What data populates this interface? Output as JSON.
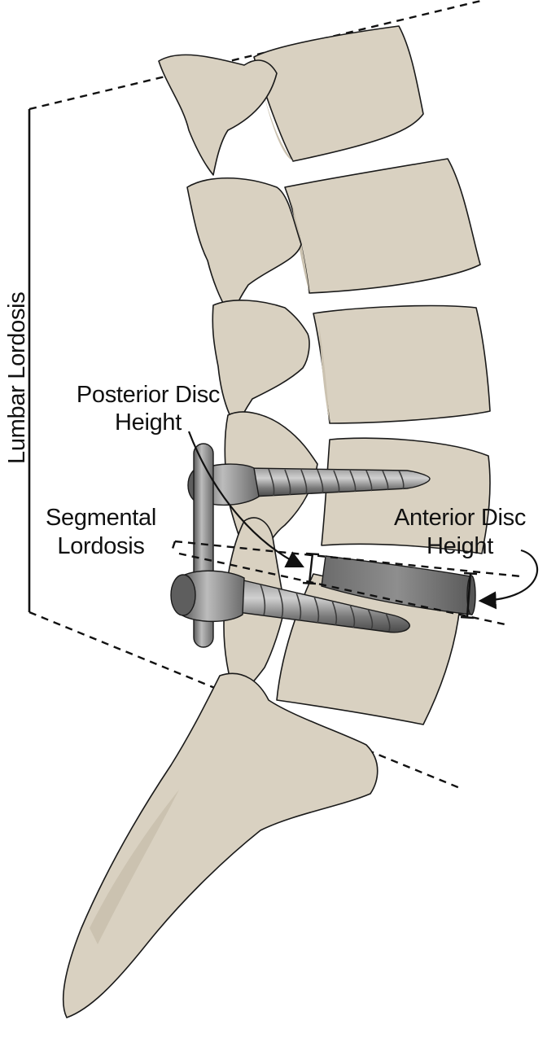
{
  "labels": {
    "lumbar_lordosis": "Lumbar Lordosis",
    "posterior_disc_height_line1": "Posterior Disc",
    "posterior_disc_height_line2": "Height",
    "segmental_lordosis_line1": "Segmental",
    "segmental_lordosis_line2": "Lordosis",
    "anterior_disc_height_line1": "Anterior Disc",
    "anterior_disc_height_line2": "Height"
  },
  "colors": {
    "bone": "#d9d1c1",
    "bone_shade": "#cbc2b0",
    "metal_dark": "#4a4a4a",
    "metal_mid": "#7d7d7d",
    "metal_light": "#b9b9b9",
    "outline": "#1a1a1a"
  },
  "icons": {
    "posterior_pointer": "curved-arrow-icon",
    "anterior_pointer": "curved-arrow-icon"
  }
}
